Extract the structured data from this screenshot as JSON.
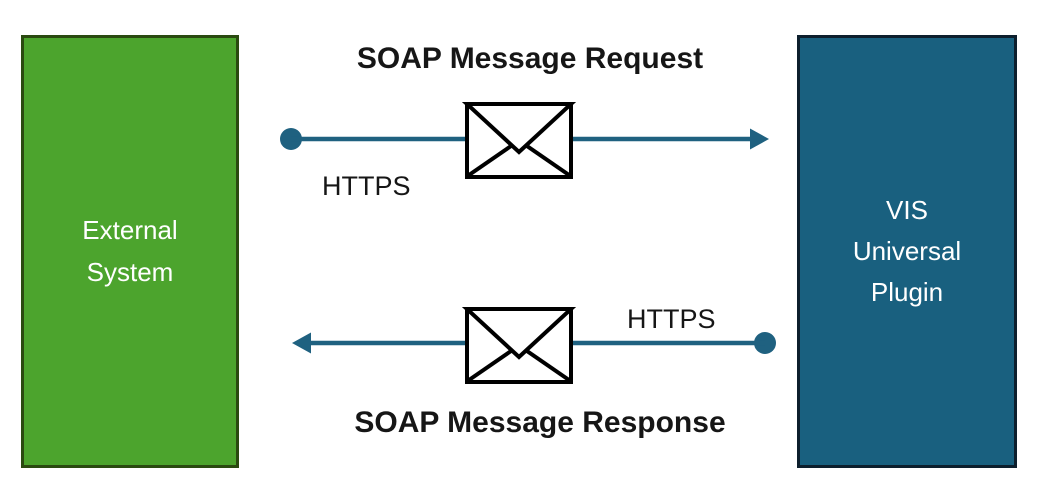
{
  "diagram": {
    "left_box": {
      "label": "External System"
    },
    "right_box": {
      "label": "VIS Universal Plugin"
    },
    "request_flow": {
      "title": "SOAP Message Request",
      "protocol_label": "HTTPS",
      "direction": "left-to-right",
      "icon": "envelope-icon"
    },
    "response_flow": {
      "title": "SOAP Message Response",
      "protocol_label": "HTTPS",
      "direction": "right-to-left",
      "icon": "envelope-icon"
    },
    "colors": {
      "green_fill": "#4CA42D",
      "green_border": "#2A4A10",
      "blue_fill": "#19607F",
      "blue_border": "#0D1F2D",
      "arrow_color": "#1F6180",
      "envelope_fill": "#FFFFFF",
      "envelope_stroke": "#000000",
      "title_text": "#161616",
      "box_text": "#FFFFFF"
    }
  }
}
